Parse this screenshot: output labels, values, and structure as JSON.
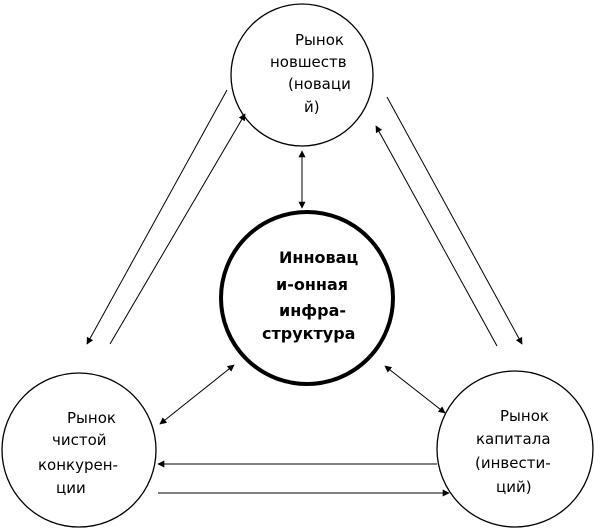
{
  "nodes": {
    "top": {
      "lines": [
        "Рынок",
        "новшеств",
        "(новаци",
        "й)"
      ]
    },
    "center": {
      "lines": [
        "Инновац",
        "и-онная",
        "инфра-",
        "структура"
      ]
    },
    "left": {
      "lines": [
        "Рынок",
        "чистой",
        "конкурен-",
        "ции"
      ]
    },
    "right": {
      "lines": [
        "Рынок",
        "капитала",
        "(инвести-",
        "ций)"
      ]
    }
  }
}
